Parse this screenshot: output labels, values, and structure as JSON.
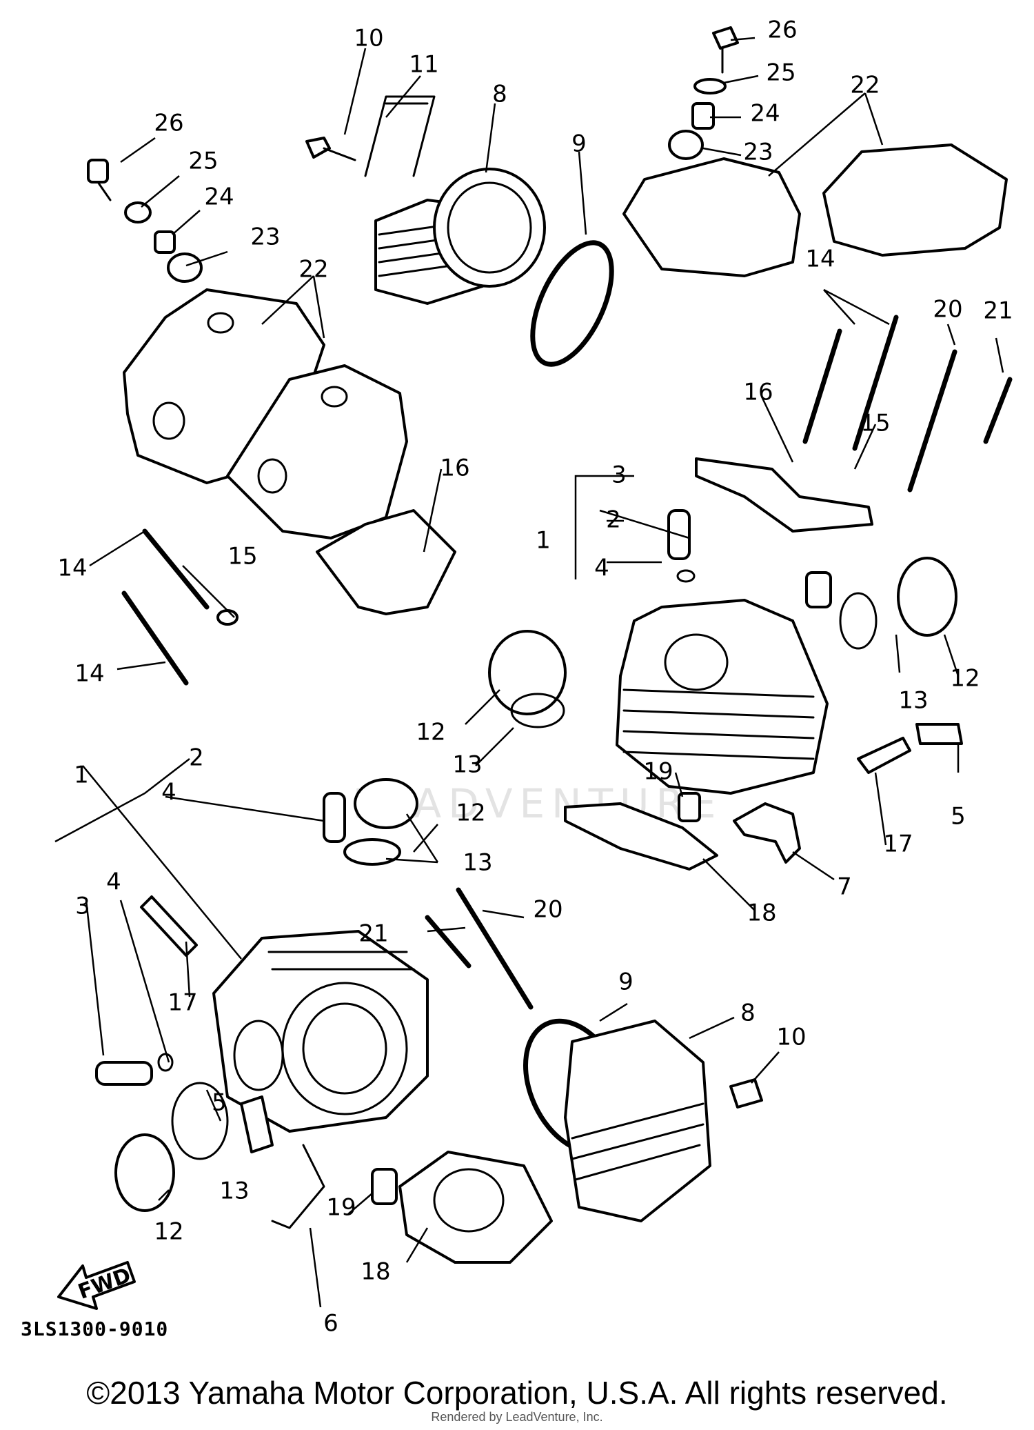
{
  "diagram": {
    "code": "3LS1300-9010",
    "copyright": "©2013 Yamaha Motor Corporation, U.S.A. All rights reserved.",
    "render_credit": "Rendered by LeadVenture, Inc.",
    "watermark": "LEADVENTURE",
    "fwd_label": "FWD"
  },
  "callouts": [
    "26",
    "25",
    "24",
    "23",
    "22",
    "11",
    "10",
    "8",
    "9",
    "26",
    "25",
    "24",
    "23",
    "22",
    "14",
    "20",
    "21",
    "16",
    "15",
    "3",
    "2",
    "1",
    "4",
    "16",
    "14",
    "15",
    "14",
    "12",
    "13",
    "12",
    "13",
    "2",
    "1",
    "4",
    "12",
    "13",
    "19",
    "5",
    "17",
    "7",
    "18",
    "3",
    "4",
    "17",
    "21",
    "20",
    "9",
    "8",
    "10",
    "5",
    "13",
    "12",
    "19",
    "6",
    "18"
  ]
}
